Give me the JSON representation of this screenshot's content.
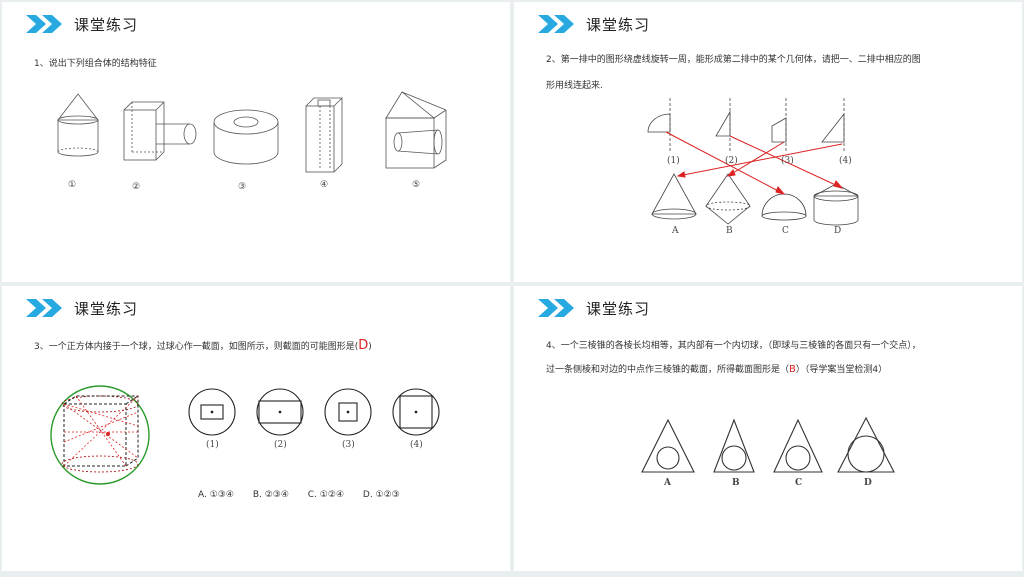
{
  "panels": [
    {
      "title": "课堂练习",
      "question": "1、说出下列组合体的结构特征",
      "labels": [
        "①",
        "②",
        "③",
        "④",
        "⑤"
      ]
    },
    {
      "title": "课堂练习",
      "question_line1": "2、第一排中的图形绕虚线旋转一周，能形成第二排中的某个几何体，请把一、二排中相应的图",
      "question_line2": "形用线连起来.",
      "top_labels": [
        "(1)",
        "(2)",
        "(3)",
        "(4)"
      ],
      "bottom_labels": [
        "A",
        "B",
        "C",
        "D"
      ]
    },
    {
      "title": "课堂练习",
      "question_prefix": "3、一个正方体内接于一个球，过球心作一截面，如图所示，则截面的可能图形是(",
      "answer": "D",
      "question_suffix": ")",
      "figure_labels": [
        "(1)",
        "(2)",
        "(3)",
        "(4)"
      ],
      "options": [
        "A. ①③④",
        "B. ②③④",
        "C. ①②④",
        "D. ①②③"
      ]
    },
    {
      "title": "课堂练习",
      "question_line1": "4、一个三棱锥的各棱长均相等，其内部有一个内切球，（即球与三棱锥的各面只有一个交点），",
      "question_line2_prefix": "过一条侧棱和对边的中点作三棱锥的截面，所得截面图形是（",
      "answer": "B",
      "question_line2_suffix": "）（导学案当堂检测4）",
      "figure_labels": [
        "A",
        "B",
        "C",
        "D"
      ]
    }
  ],
  "colors": {
    "accent": "#29a9e1",
    "answer": "#dd2222",
    "arrow": "#dd2222",
    "sphere": "#2a9a2a"
  }
}
